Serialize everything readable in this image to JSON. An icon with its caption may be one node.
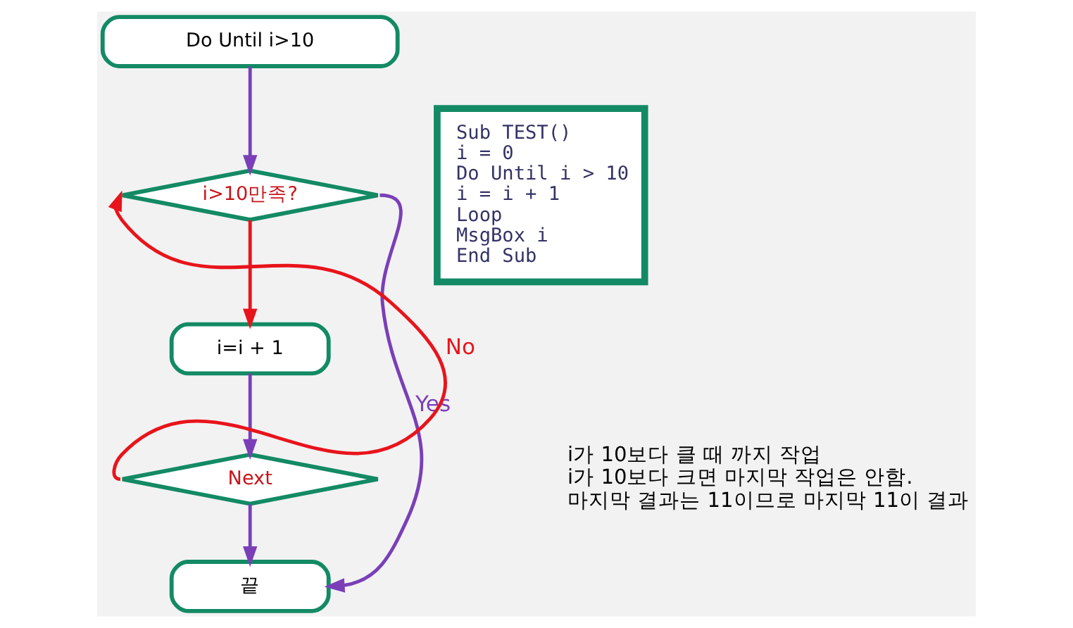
{
  "diagram": {
    "nodes": [
      {
        "text": [
          "Do Until i>10"
        ]
      },
      {
        "text": [
          "i>10만족?"
        ]
      },
      {
        "text": [
          "i=i + 1"
        ]
      },
      {
        "text": [
          "Next"
        ]
      },
      {
        "text": [
          "끝"
        ]
      },
      {
        "text": [
          "Sub TEST()",
          "i = 0",
          "Do Until i > 10",
          "i = i + 1",
          "Loop",
          "MsgBox i",
          "End Sub"
        ]
      }
    ],
    "edges": [
      {
        "from": 0,
        "to": 1,
        "arrow": "to"
      },
      {
        "from": 1,
        "to": 2,
        "arrow": "to",
        "color": "#e8141b"
      },
      {
        "from": 2,
        "to": 3,
        "arrow": "to"
      },
      {
        "from": 3,
        "to": 4,
        "arrow": "to"
      },
      {
        "from": 3,
        "to": 1,
        "arrow": "to",
        "label": "No",
        "color": "#e8141b"
      },
      {
        "from": 1,
        "to": 4,
        "arrow": "to",
        "label": "Yes"
      }
    ],
    "labels": [
      "i가 10보다 클 때 까지 작업",
      "i가 10보다 크면 마지막 작업은 안함.",
      "마지막 결과는 11이므로 마지막 11이 결과"
    ]
  }
}
